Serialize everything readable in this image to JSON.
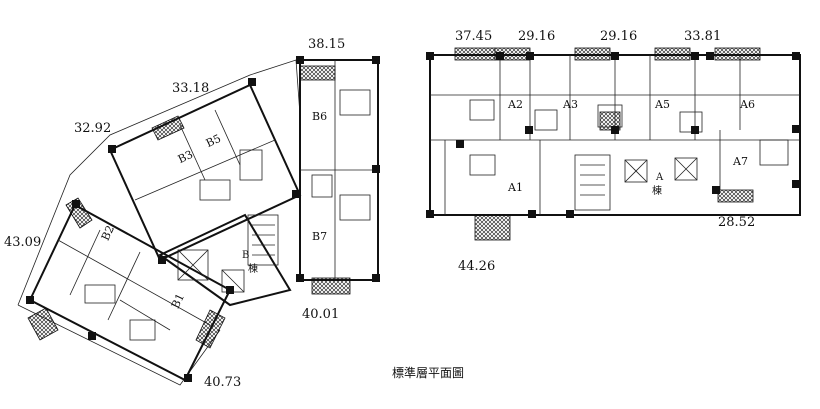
{
  "caption": "標準層平面圖",
  "building_b": {
    "label_line1": "B",
    "label_line2": "棟",
    "units": [
      "B1",
      "B2",
      "B3",
      "B5",
      "B6",
      "B7"
    ],
    "areas": [
      "38.15",
      "33.18",
      "32.92",
      "43.09",
      "40.73",
      "40.01"
    ]
  },
  "building_a": {
    "label_line1": "A",
    "label_line2": "棟",
    "units": [
      "A1",
      "A2",
      "A3",
      "A5",
      "A6",
      "A7"
    ],
    "areas": [
      "37.45",
      "29.16",
      "29.16",
      "33.81",
      "28.52",
      "44.26"
    ]
  }
}
